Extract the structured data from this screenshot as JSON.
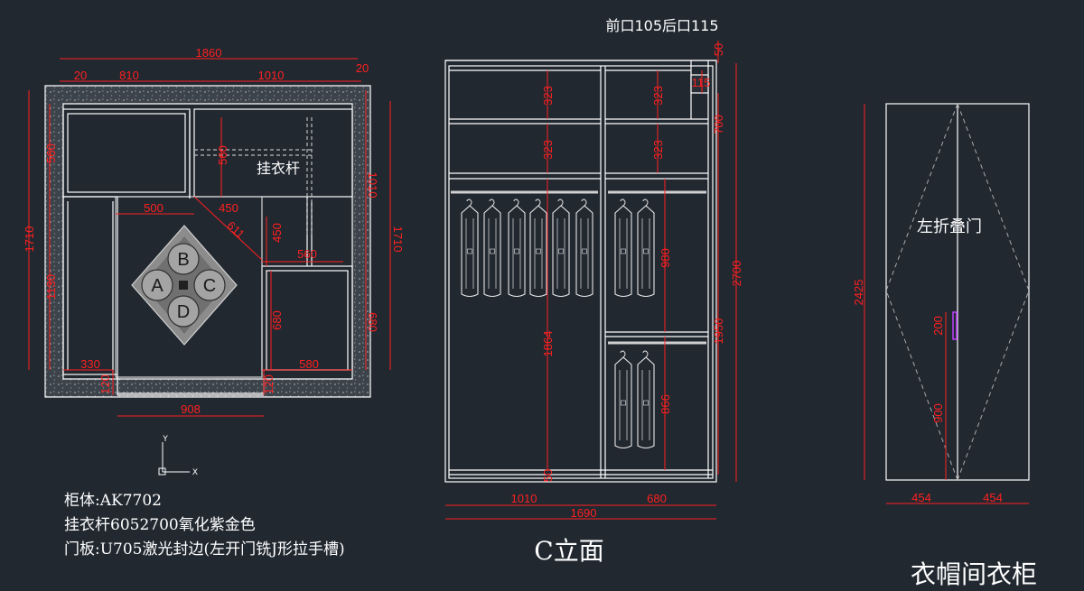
{
  "plan": {
    "overall_width": "1860",
    "top_segments": [
      "20",
      "810",
      "1010",
      "20"
    ],
    "left_heights": [
      "560",
      "1130"
    ],
    "overall_height": "1710",
    "right_heights": [
      "1010",
      "680"
    ],
    "inner_dims": {
      "d560_upper": "560",
      "d450": "450",
      "d500": "500",
      "d611": "611",
      "d450_vertical": "450",
      "d560_lower": "560",
      "d680": "680",
      "d330": "330",
      "d580": "580",
      "d120_left": "120",
      "d120_right": "120",
      "d908": "908"
    },
    "hanging_rod_label": "挂衣杆",
    "compass": [
      "B",
      "A",
      "C",
      "D"
    ]
  },
  "elevation": {
    "title": "C立面",
    "top_note": "前口105后口115",
    "left_col_dims": [
      "323",
      "323",
      "1864"
    ],
    "right_col_dims": [
      "323",
      "323",
      "980",
      "866"
    ],
    "right_side_dims": [
      "50",
      "115",
      "700",
      "1950",
      "2700"
    ],
    "small_dims": [
      "50"
    ],
    "bottom_dims": [
      "1010",
      "680"
    ],
    "overall_width": "1690"
  },
  "door": {
    "label": "左折叠门",
    "title": "衣帽间衣柜",
    "height": "2425",
    "handle_height": "200",
    "handle_offset": "900",
    "widths": [
      "454",
      "454"
    ]
  },
  "axis": {
    "y": "Y",
    "x": "X"
  },
  "notes": [
    "柜体:AK7702",
    "挂衣杆6052700氧化紫金色",
    "门板:U705激光封边(左开门铣J形拉手槽)"
  ],
  "colors": {
    "background": "#212830",
    "dimension": "#ff2020",
    "line": "#ffffff",
    "handle": "#c040ff"
  }
}
